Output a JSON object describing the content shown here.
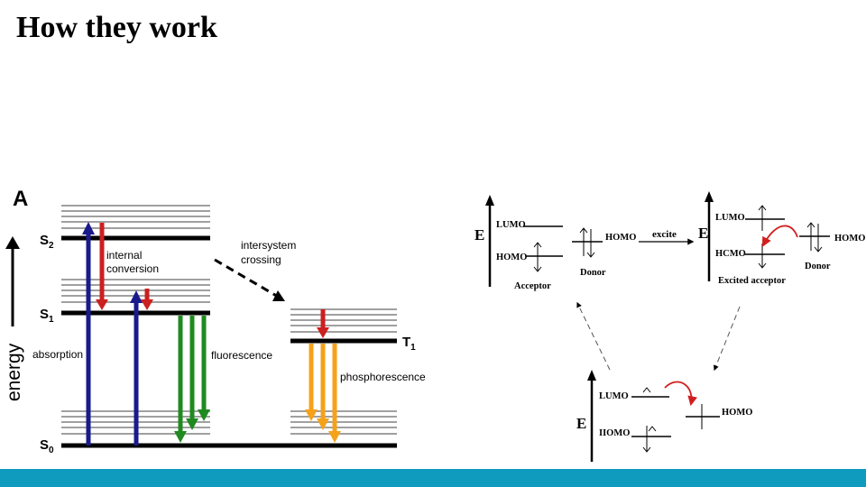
{
  "slide": {
    "title": "How they work",
    "footer_color": "#0f9bbd"
  },
  "jablonski": {
    "panel_label": "A",
    "axis_label": "energy",
    "levels": {
      "s2": "S",
      "s2_sub": "2",
      "s1": "S",
      "s1_sub": "1",
      "s0": "S",
      "s0_sub": "0",
      "t1": "T",
      "t1_sub": "1"
    },
    "labels": {
      "internal_conversion_1": "internal",
      "internal_conversion_2": "conversion",
      "intersystem_1": "intersystem",
      "intersystem_2": "crossing",
      "absorption": "absorption",
      "fluorescence": "fluorescence",
      "phosphorescence": "phosphorescence"
    },
    "colors": {
      "absorption": "#1a1a8c",
      "internal_conversion": "#cc1f1f",
      "fluorescence": "#1f8a1f",
      "phosphorescence": "#f5a21a"
    }
  },
  "orbital_diagrams": {
    "top_left": {
      "energy_label": "E",
      "lumo": "LUMO",
      "homo": "HOMO",
      "donor_homo": "HOMO",
      "donor": "Donor",
      "acceptor": "Acceptor"
    },
    "excite_label": "excite",
    "top_right": {
      "energy_label": "E",
      "lumo": "LUMO",
      "homo": "HCMO",
      "donor_homo": "HOMO",
      "donor": "Donor",
      "excited_acceptor": "Excited acceptor"
    },
    "bottom": {
      "energy_label": "E",
      "lumo": "LUMO",
      "homo": "IIOMO",
      "donor_homo": "HOMO"
    },
    "arrow_color": "#d11f1f"
  }
}
